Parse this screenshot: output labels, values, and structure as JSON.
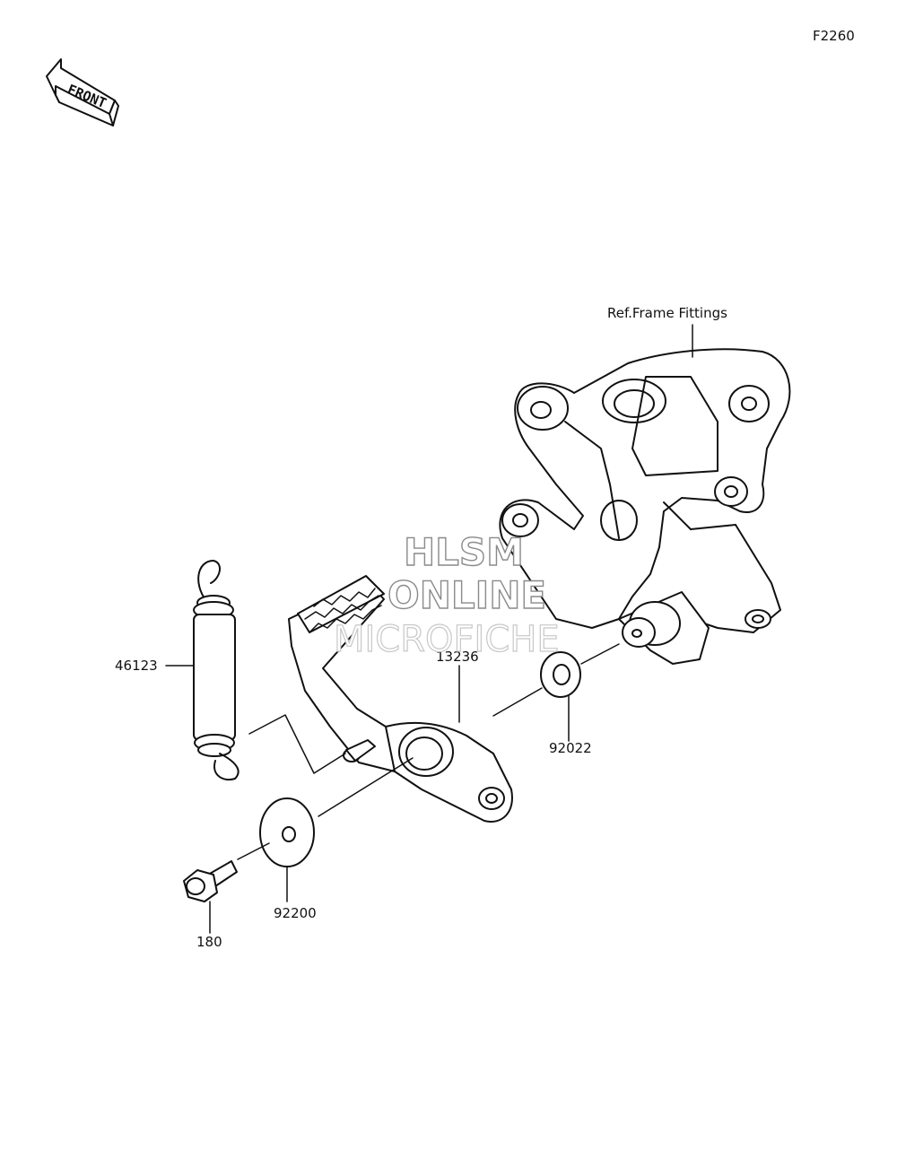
{
  "diagram_code": "F2260",
  "front_arrow_text": "FRONT",
  "reference_note": "Ref.Frame Fittings",
  "parts": [
    {
      "number": "46123"
    },
    {
      "number": "13236"
    },
    {
      "number": "92022"
    },
    {
      "number": "92200"
    },
    {
      "number": "180"
    }
  ],
  "watermark": {
    "line1": "HLSM",
    "line2": "ONLINE",
    "line3": "MICROFICHE"
  }
}
